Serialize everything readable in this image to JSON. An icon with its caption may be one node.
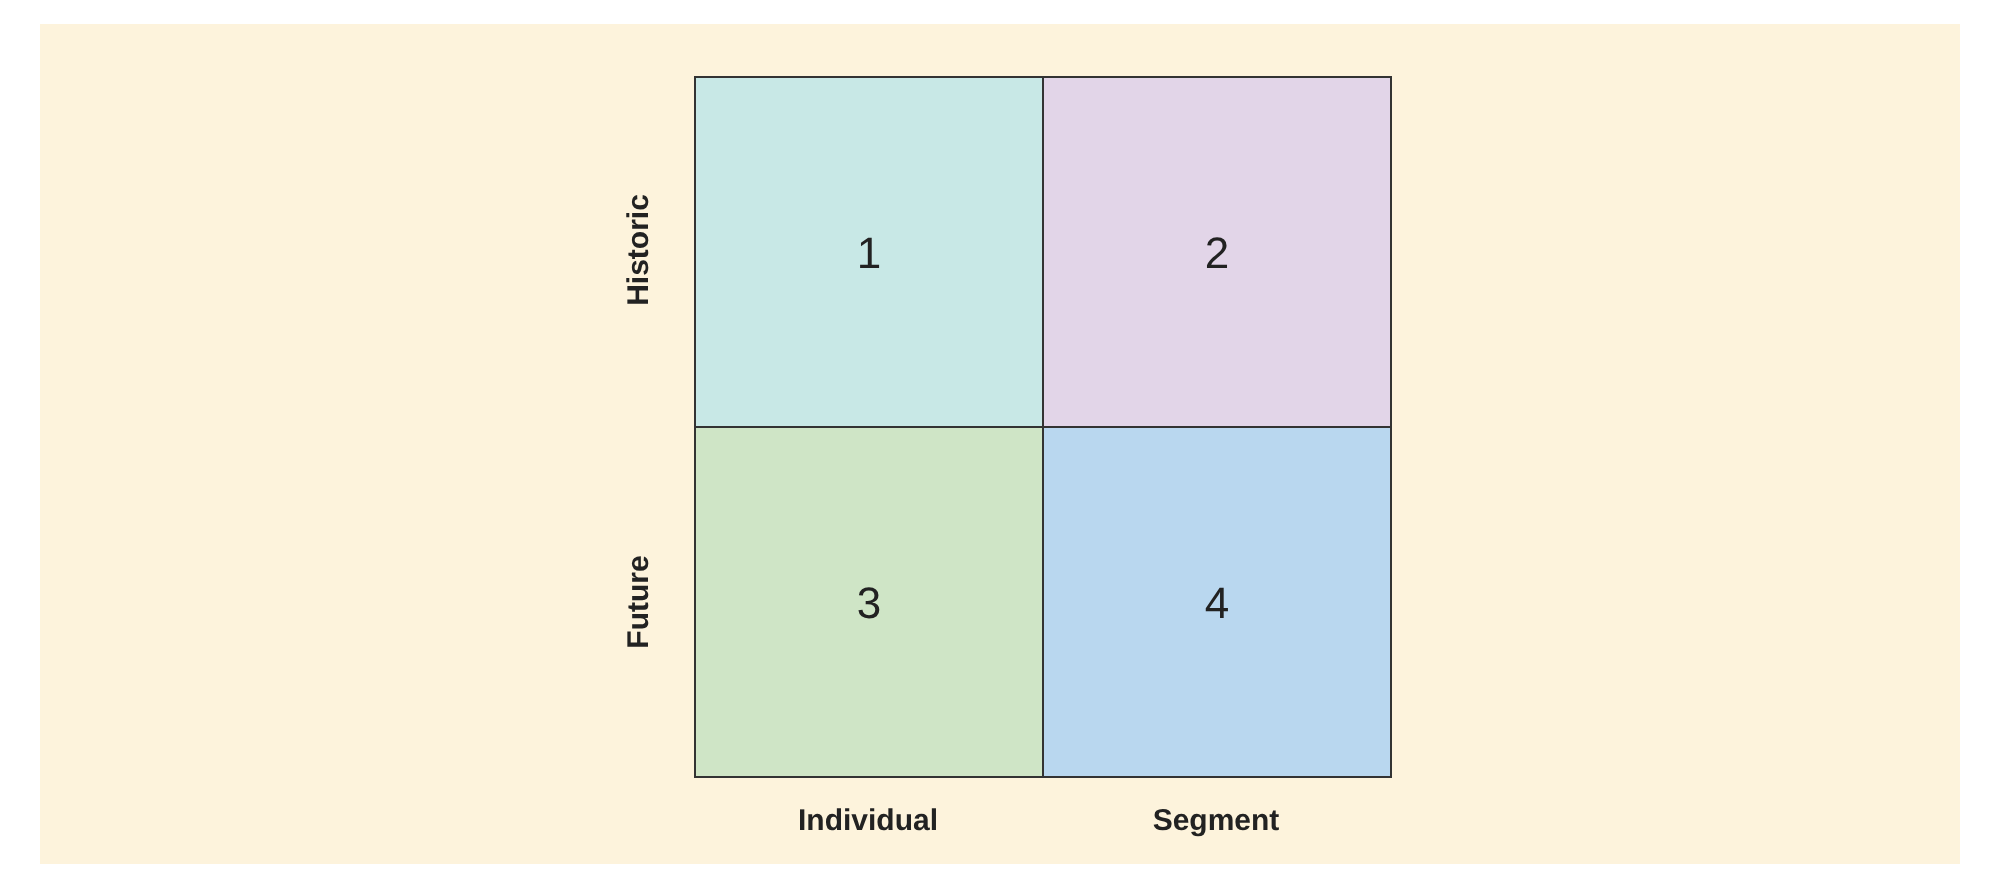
{
  "diagram": {
    "nodes": [
      {
        "text": [
          "1"
        ]
      },
      {
        "text": [
          "2"
        ]
      },
      {
        "text": [
          "3"
        ]
      },
      {
        "text": [
          "4"
        ]
      }
    ],
    "labels": [
      "Historic",
      "Future",
      "Individual",
      "Segment"
    ]
  }
}
